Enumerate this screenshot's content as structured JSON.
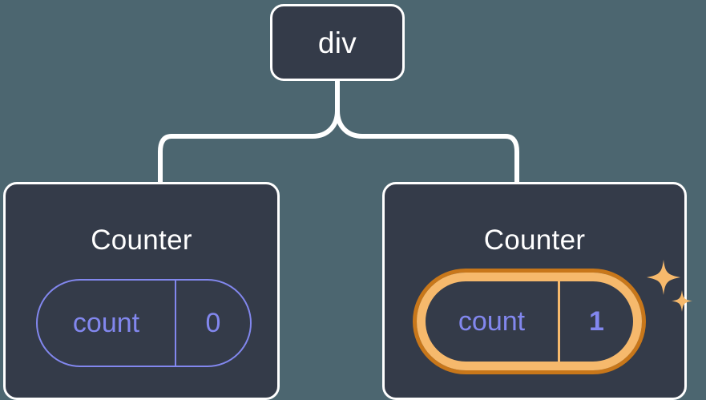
{
  "diagram": {
    "title": "React component tree with counter state",
    "background_color": "#4c6670",
    "node_fill_color": "#343b49",
    "node_border_color": "#ffffff",
    "state_color": "#8287ee",
    "highlight_color": "#f6b96c",
    "highlight_shadow_color": "#c8771a",
    "connector_color": "#ffffff"
  },
  "nodes": {
    "root": {
      "label": "div"
    },
    "counter_left": {
      "label": "Counter",
      "state": {
        "key": "count",
        "value": "0"
      },
      "highlighted": false
    },
    "counter_right": {
      "label": "Counter",
      "state": {
        "key": "count",
        "value": "1"
      },
      "highlighted": true,
      "sparkle_large": "sparkle-icon",
      "sparkle_small": "sparkle-icon"
    }
  }
}
